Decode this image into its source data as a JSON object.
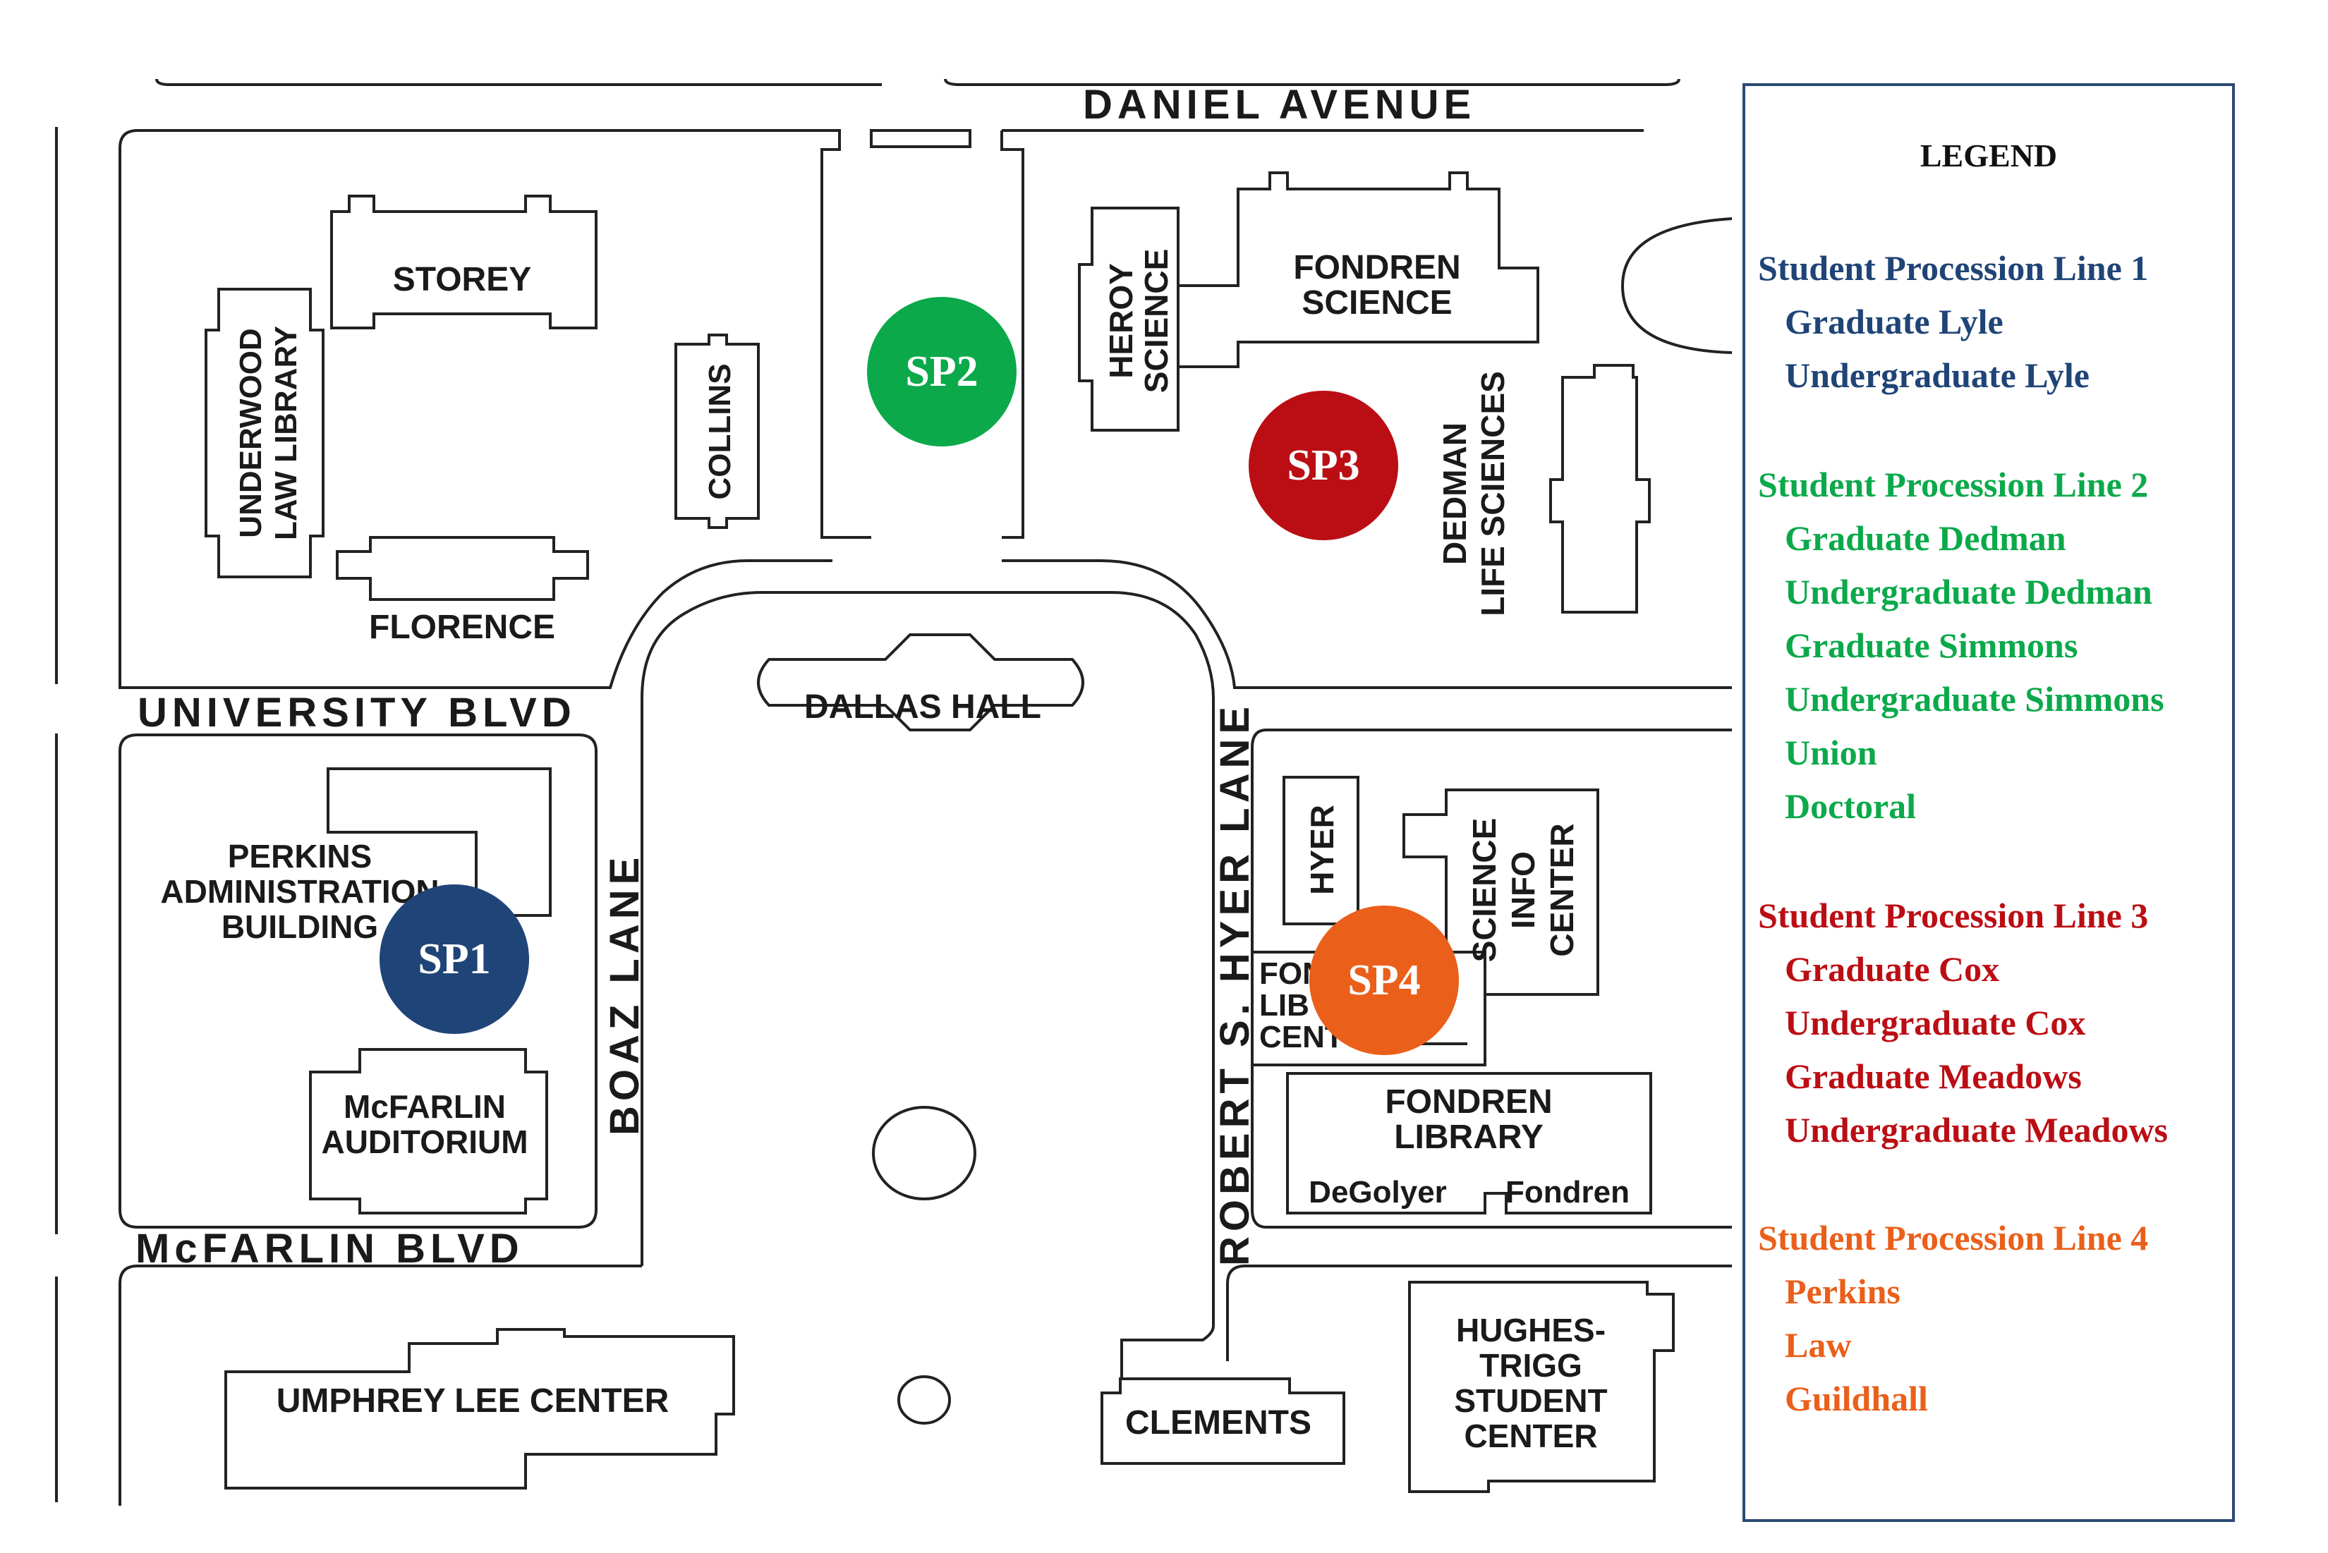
{
  "streets": {
    "daniel_avenue": "DANIEL AVENUE",
    "university_blvd": "UNIVERSITY BLVD",
    "mcfarlin_blvd": "McFARLIN BLVD",
    "boaz_lane": "BOAZ LANE",
    "robert_s_hyer_lane": "ROBERT S. HYER LANE"
  },
  "buildings": {
    "storey": "STOREY",
    "underwood_1": "UNDERWOOD",
    "underwood_2": "LAW LIBRARY",
    "collins": "COLLINS",
    "florence": "FLORENCE",
    "heroy_1": "HEROY",
    "heroy_2": "SCIENCE",
    "fondren_science_1": "FONDREN",
    "fondren_science_2": "SCIENCE",
    "dedman_1": "DEDMAN",
    "dedman_2": "LIFE SCIENCES",
    "dallas_hall": "DALLAS HALL",
    "perkins_1": "PERKINS",
    "perkins_2": "ADMINISTRATION",
    "perkins_3": "BUILDING",
    "mcfarlin_aud_1": "McFARLIN",
    "mcfarlin_aud_2": "AUDITORIUM",
    "hyer": "HYER",
    "science_info_1": "SCIENCE",
    "science_info_2": "INFO",
    "science_info_3": "CENTER",
    "fondren_lib_center_1": "FON",
    "fondren_lib_center_2": "LIB",
    "fondren_lib_center_3": "CENT",
    "fondren_library_1": "FONDREN",
    "fondren_library_2": "LIBRARY",
    "degolyer": "DeGolyer",
    "fondren": "Fondren",
    "umphrey": "UMPHREY LEE CENTER",
    "clements": "CLEMENTS",
    "hughes_1": "HUGHES-",
    "hughes_2": "TRIGG",
    "hughes_3": "STUDENT",
    "hughes_4": "CENTER"
  },
  "markers": [
    {
      "id": "sp1",
      "label": "SP1",
      "color": "#1f4477"
    },
    {
      "id": "sp2",
      "label": "SP2",
      "color": "#0ba94a"
    },
    {
      "id": "sp3",
      "label": "SP3",
      "color": "#bb0e14"
    },
    {
      "id": "sp4",
      "label": "SP4",
      "color": "#ea5f1a"
    }
  ],
  "legend": {
    "title": "LEGEND",
    "groups": [
      {
        "title": "Student Procession Line 1",
        "color": "#1f4477",
        "items": [
          "Graduate Lyle",
          "Undergraduate Lyle"
        ]
      },
      {
        "title": "Student Procession Line 2",
        "color": "#0ba94a",
        "items": [
          "Graduate Dedman",
          "Undergraduate Dedman",
          "Graduate Simmons",
          "Undergraduate Simmons",
          "Union",
          "Doctoral"
        ]
      },
      {
        "title": "Student Procession Line 3",
        "color": "#bb0e14",
        "items": [
          "Graduate Cox",
          "Undergraduate Cox",
          "Graduate Meadows",
          "Undergraduate Meadows"
        ]
      },
      {
        "title": "Student Procession Line 4",
        "color": "#ea5f1a",
        "items": [
          "Perkins",
          "Law",
          "Guildhall"
        ]
      }
    ]
  }
}
